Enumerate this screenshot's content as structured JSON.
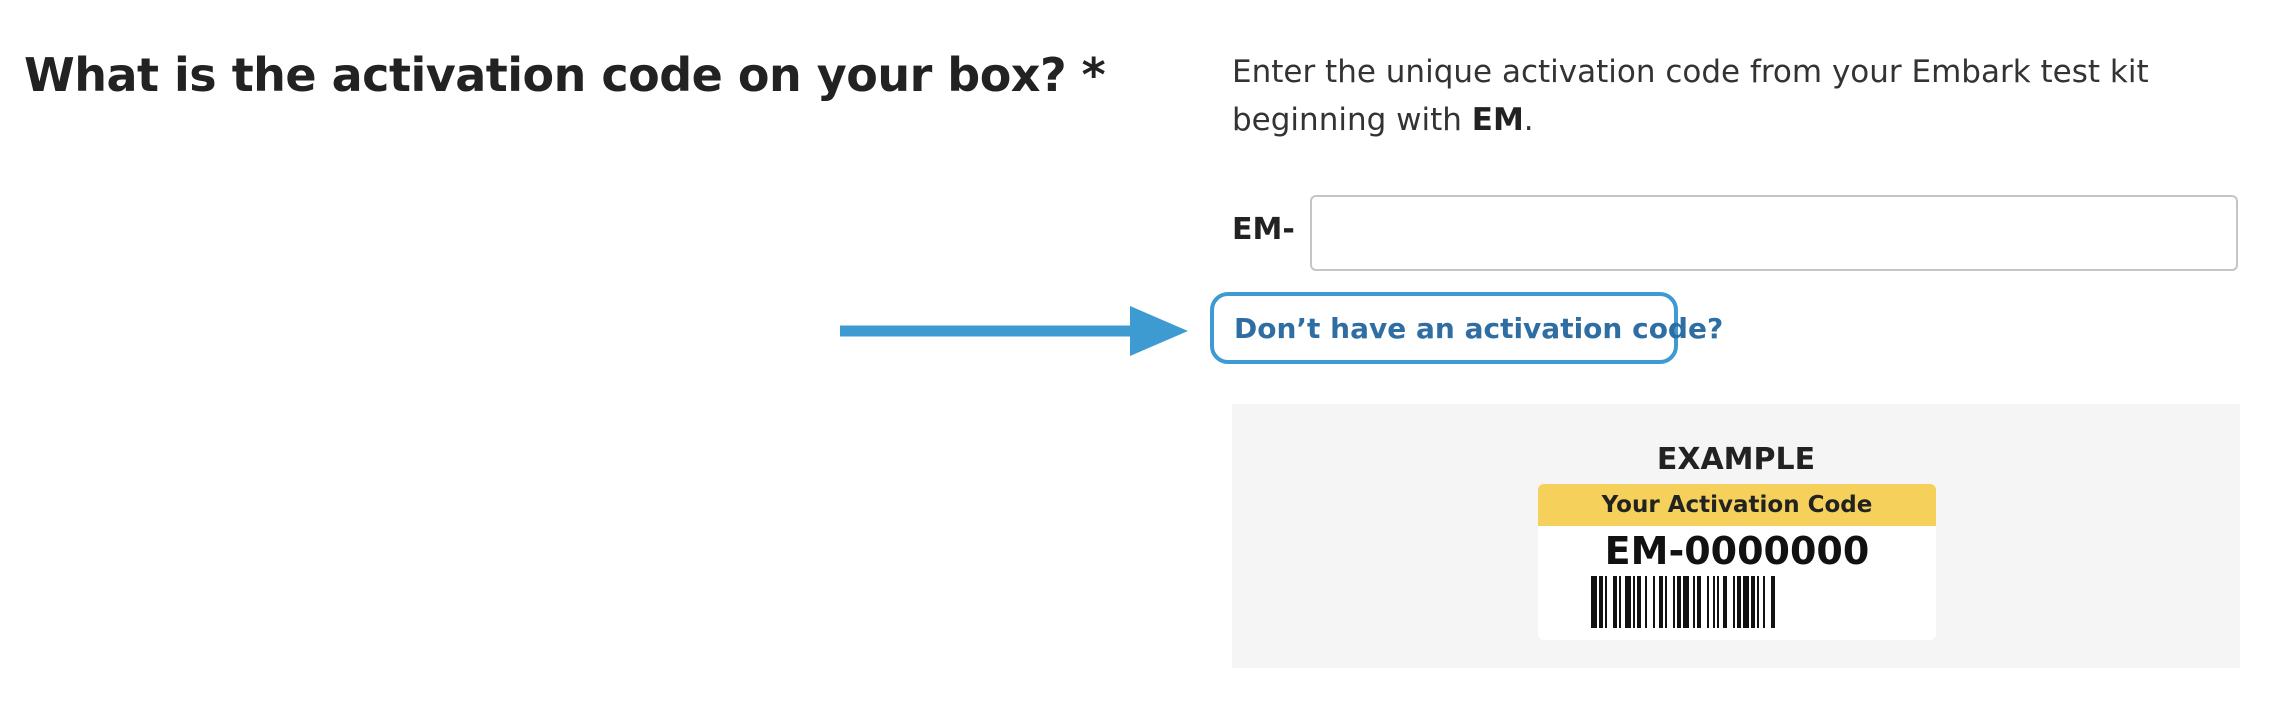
{
  "question": {
    "text": "What is the activation code on your box? *"
  },
  "instructions": {
    "lead": "Enter the unique activation code from your Embark test kit beginning with ",
    "emphasis": "EM",
    "trail": "."
  },
  "code_field": {
    "prefix": "EM-",
    "value": "",
    "placeholder": ""
  },
  "no_code_link": {
    "label": "Don’t have an activation code?"
  },
  "annotation": {
    "arrow_color": "#3d9bd1",
    "arrow_icon": "arrow-right-icon"
  },
  "example": {
    "title": "EXAMPLE",
    "label_header": "Your Activation Code",
    "code": "EM-0000000",
    "header_color": "#f5d05a"
  },
  "colors": {
    "link": "#2f6ea3",
    "highlight_border": "#3d9bd1",
    "panel_background": "#f5f5f5"
  }
}
